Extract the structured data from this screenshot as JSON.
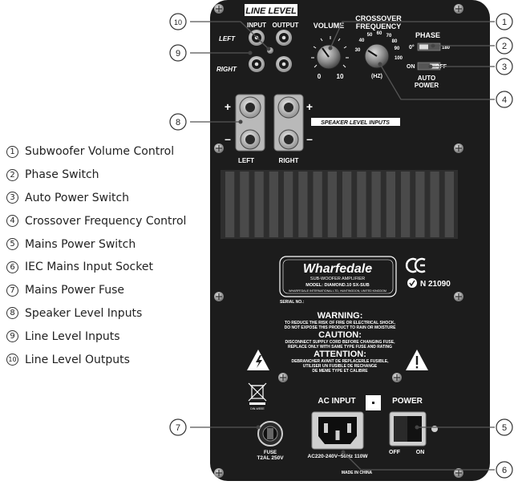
{
  "legend": [
    {
      "num": "1",
      "label": "Subwoofer Volume Control"
    },
    {
      "num": "2",
      "label": "Phase Switch"
    },
    {
      "num": "3",
      "label": "Auto Power Switch"
    },
    {
      "num": "4",
      "label": "Crossover Frequency Control"
    },
    {
      "num": "5",
      "label": "Mains Power Switch"
    },
    {
      "num": "6",
      "label": "IEC Mains Input Socket"
    },
    {
      "num": "7",
      "label": "Mains Power Fuse"
    },
    {
      "num": "8",
      "label": "Speaker Level Inputs"
    },
    {
      "num": "9",
      "label": "Line Level Inputs"
    },
    {
      "num": "10",
      "label": "Line Level Outputs"
    }
  ],
  "callouts": {
    "c1": "1",
    "c2": "2",
    "c3": "3",
    "c4": "4",
    "c5": "5",
    "c6": "6",
    "c7": "7",
    "c8": "8",
    "c9": "9",
    "c10": "10"
  },
  "panel": {
    "line_level": "LINE LEVEL",
    "input": "INPUT",
    "output": "OUTPUT",
    "left": "LEFT",
    "right": "RIGHT",
    "volume": "VOLUME",
    "vol_min": "0",
    "vol_max": "10",
    "crossover_1": "CROSSOVER",
    "crossover_2": "FREQUENCY",
    "xo_unit": "(HZ)",
    "xo_ticks": [
      "40",
      "50",
      "60",
      "70",
      "80",
      "90"
    ],
    "xo_lo": "30",
    "xo_hi": "100",
    "phase": "PHASE",
    "phase_0": "0°",
    "phase_180": "180",
    "on": "ON",
    "off": "OFF",
    "auto_1": "AUTO",
    "auto_2": "POWER",
    "speaker_level": "SPEAKER LEVEL INPUTS",
    "plus": "+",
    "minus": "–",
    "spk_left": "LEFT",
    "spk_right": "RIGHT",
    "brand": "Wharfedale",
    "amp": "SUB-WOOFER AMPLIFIER",
    "model": "MODEL: DIAMOND.10 SX-SUB",
    "intl": "WHARFEDALE INTERNATIONAL LTD, HUNTINGDON, UNITED KINGDOM",
    "serial": "SERIAL NO.:",
    "cert": "N 21090",
    "warning": "WARNING:",
    "warning_1": "TO REDUCE THE RISK OF FIRE OR ELECTRICAL SHOCK,",
    "warning_2": "DO NOT EXPOSE THIS PRODUCT TO RAIN OR MOISTURE",
    "caution": "CAUTION:",
    "caution_1": "DISCONNECT SUPPLY CORD BEFORE CHANGING FUSE,",
    "caution_2": "REPLACE ONLY WITH SAME TYPE FUSE AND RATING",
    "attention": "ATTENTION:",
    "attention_1": "DEBRANCHER AVANT DE REPLACERLE FUSIBLE,",
    "attention_2": "UTILISER UN FUSIBLE DE RECHANGE",
    "attention_3": "DE MEME TYPE ET CALIBRE",
    "weee": "DIN-WEEE",
    "fuse_1": "FUSE",
    "fuse_2": "T2AL 250V",
    "ac_input": "AC INPUT",
    "ac_rating": "AC220-240V~50Hz 110W",
    "made_in": "MADE IN CHINA",
    "power": "POWER",
    "pw_off": "OFF",
    "pw_on": "ON"
  },
  "colors": {
    "panel": "#1c1c1c",
    "silk": "#ffffff",
    "screw": "#9a9a9a",
    "leader": "#555555"
  }
}
